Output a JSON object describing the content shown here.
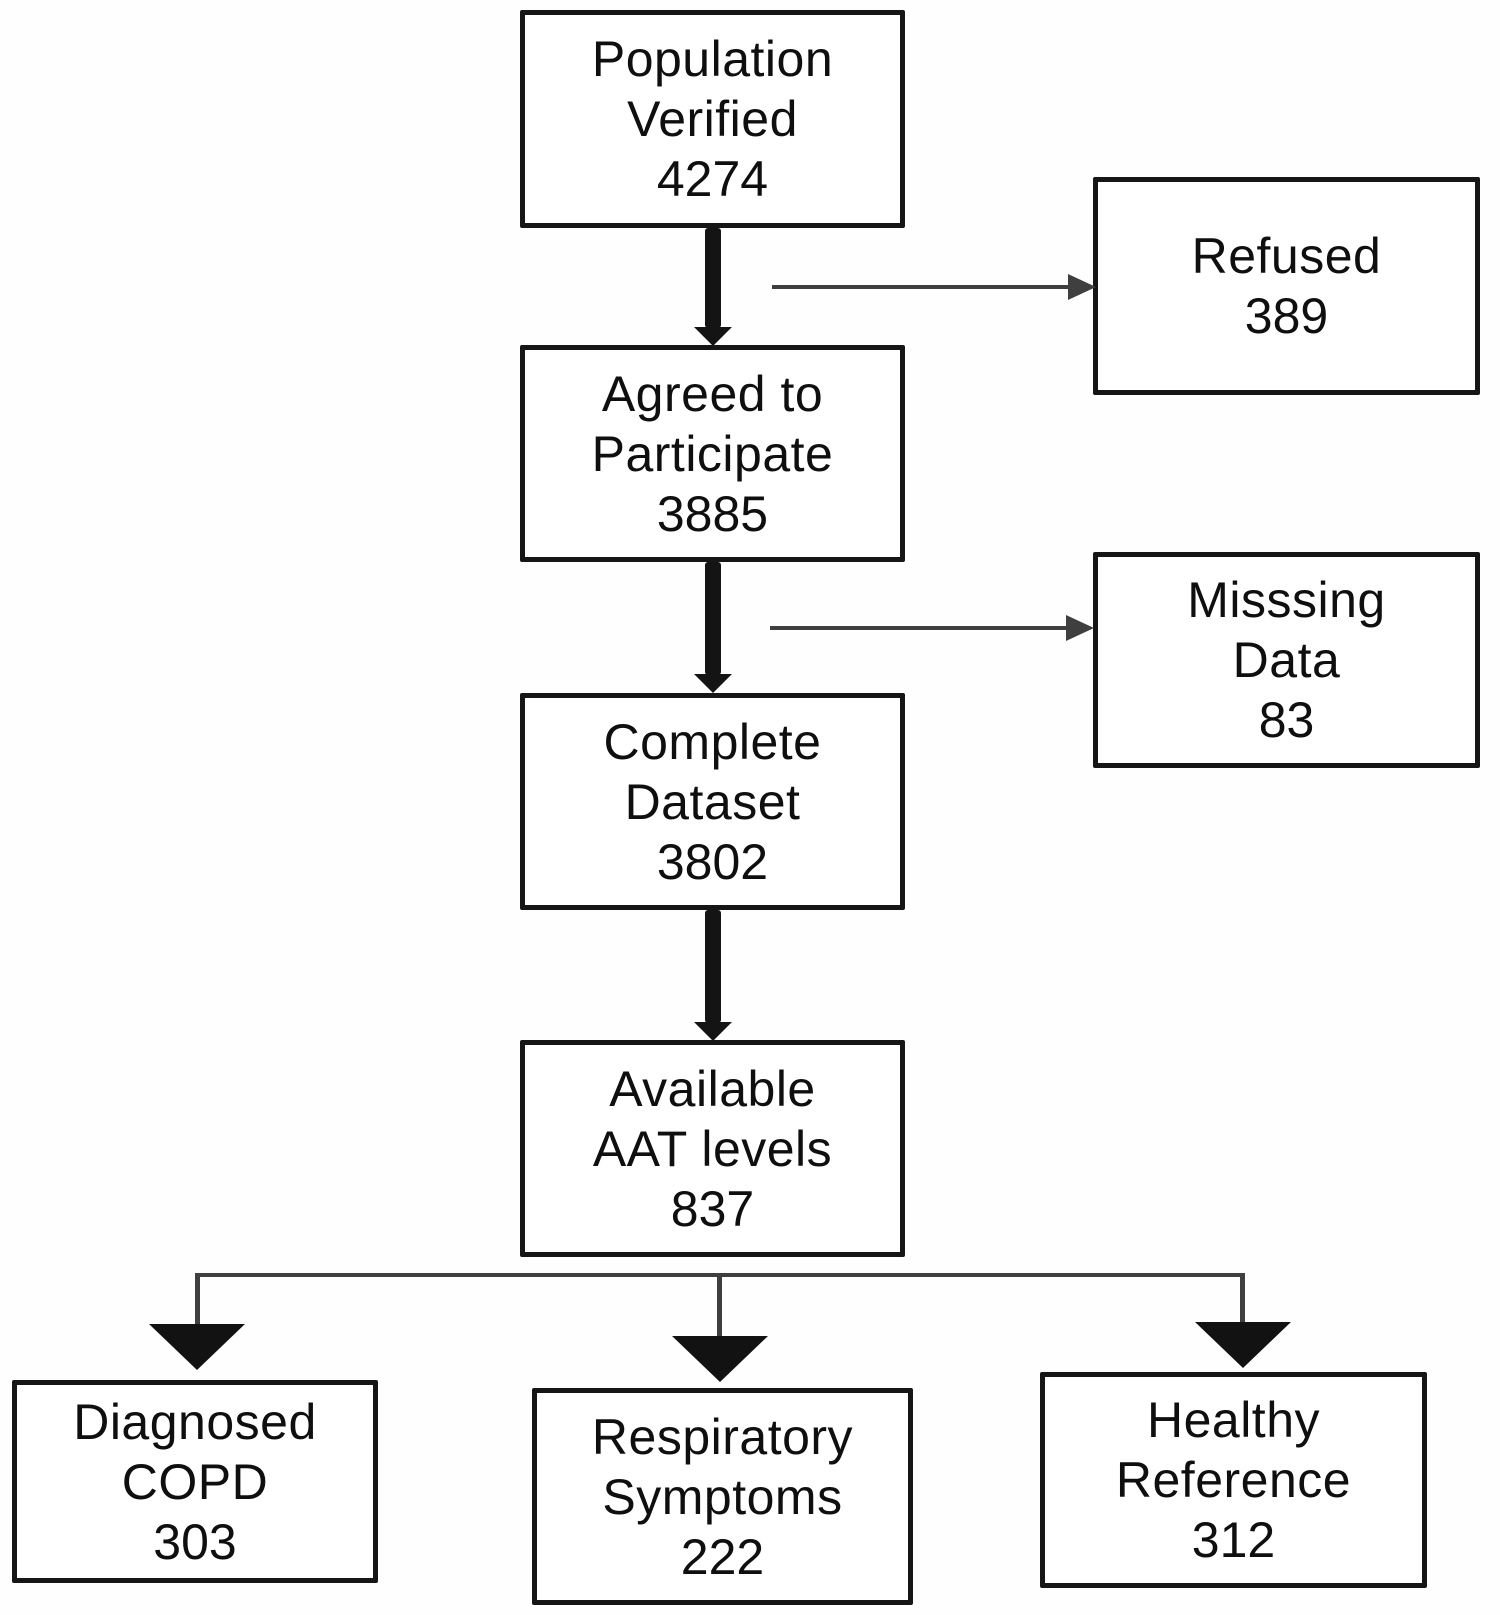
{
  "colors": {
    "box_border": "#161616",
    "box_fill": "#ffffff",
    "text": "#0f0f0f",
    "thick_arrow": "#141414",
    "thin_connector": "#3f3f3f"
  },
  "flowchart": {
    "boxes": [
      {
        "name": "population-verified",
        "label": "Population\nVerified",
        "count": "4274"
      },
      {
        "name": "refused",
        "label": "Refused",
        "count": "389"
      },
      {
        "name": "agreed-to-participate",
        "label": "Agreed to\nParticipate",
        "count": "3885"
      },
      {
        "name": "missing-data",
        "label": "Misssing\nData",
        "count": "83"
      },
      {
        "name": "complete-dataset",
        "label": "Complete\nDataset",
        "count": "3802"
      },
      {
        "name": "available-aat-levels",
        "label": "Available\nAAT levels",
        "count": "837"
      },
      {
        "name": "diagnosed-copd",
        "label": "Diagnosed\nCOPD",
        "count": "303"
      },
      {
        "name": "respiratory-symptoms",
        "label": "Respiratory\nSymptoms",
        "count": "222"
      },
      {
        "name": "healthy-reference",
        "label": "Healthy\nReference",
        "count": "312"
      }
    ]
  }
}
